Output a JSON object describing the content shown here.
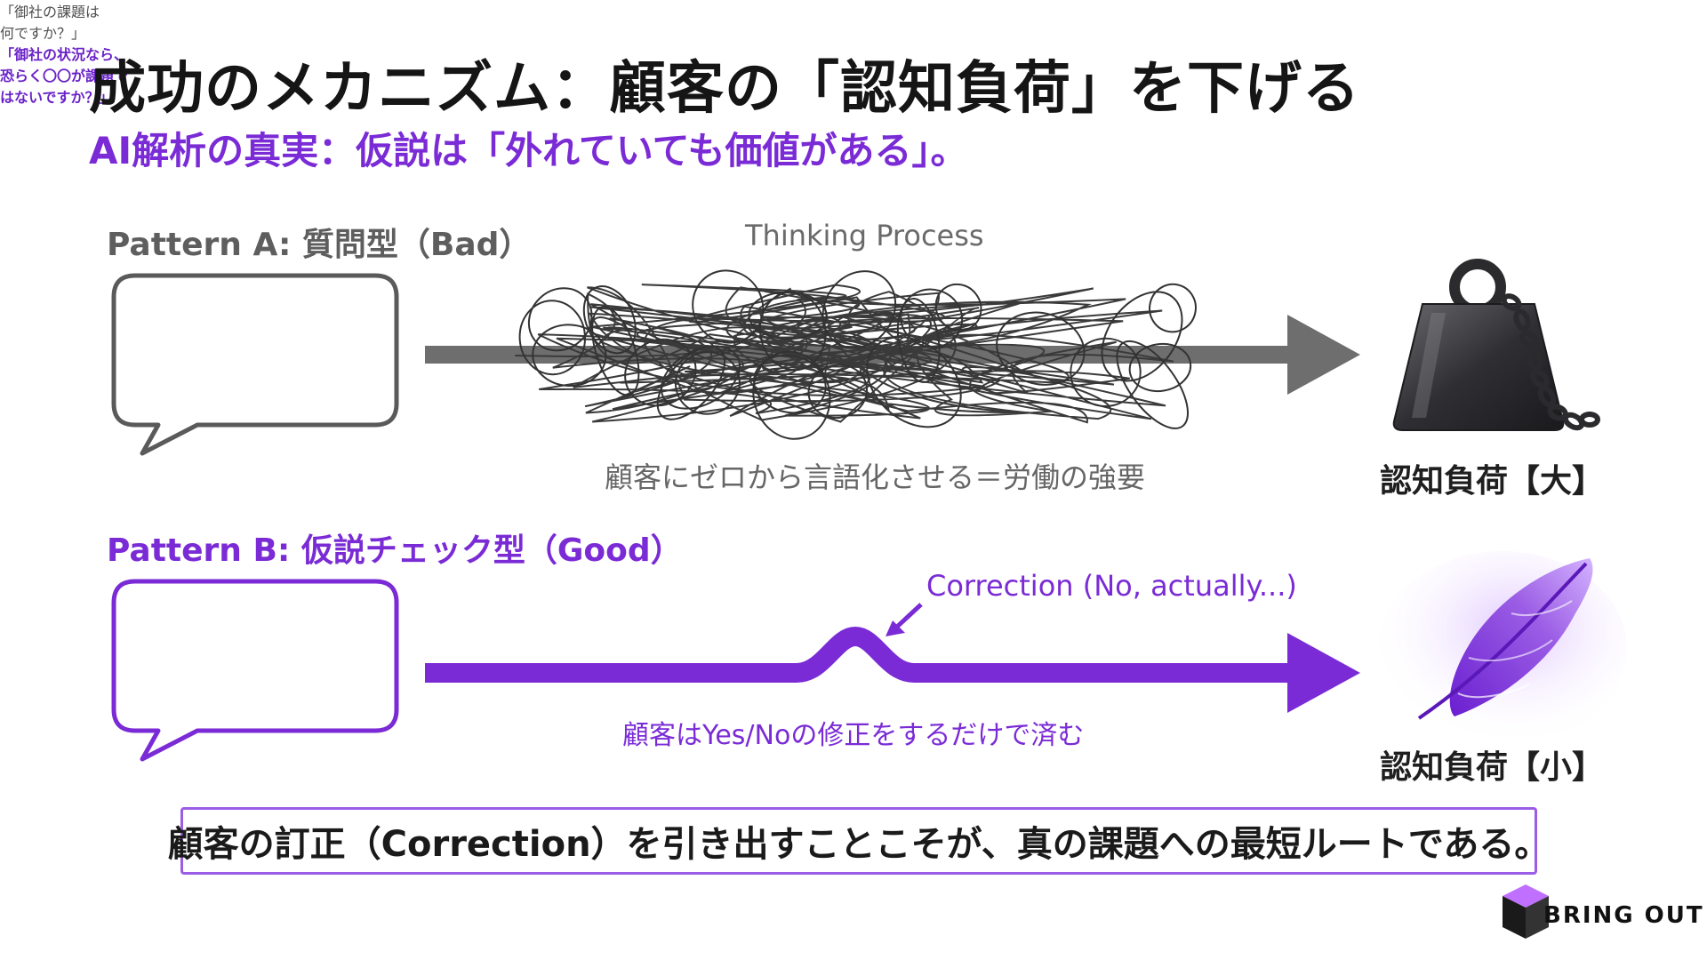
{
  "title": "成功のメカニズム：顧客の「認知負荷」を下げる",
  "subtitle": "AI解析の真実：仮説は「外れていても価値がある」。",
  "pattern_a": {
    "label": "Pattern A: 質問型（Bad）",
    "bubble_line1": "「御社の課題は",
    "bubble_line2": "何ですか？」",
    "process_label": "Thinking Process",
    "caption": "顧客にゼロから言語化させる＝労働の強要",
    "result": "認知負荷【大】",
    "icon": "weight-with-chain-icon",
    "color": "#666666"
  },
  "pattern_b": {
    "label": "Pattern B: 仮説チェック型（Good）",
    "bubble_line1": "「御社の状況なら、",
    "bubble_line2": "恐らく〇〇が課題で",
    "bubble_line3": "はないですか？」",
    "correction_label": "Correction (No, actually...)",
    "caption": "顧客はYes/Noの修正をするだけで済む",
    "result": "認知負荷【小】",
    "icon": "feather-icon",
    "color": "#7a2bd6"
  },
  "conclusion": "顧客の訂正（Correction）を引き出すことこそが、真の課題への最短ルートである。",
  "brand": {
    "name": "BRING OUT",
    "icon": "cube-logo-icon"
  }
}
